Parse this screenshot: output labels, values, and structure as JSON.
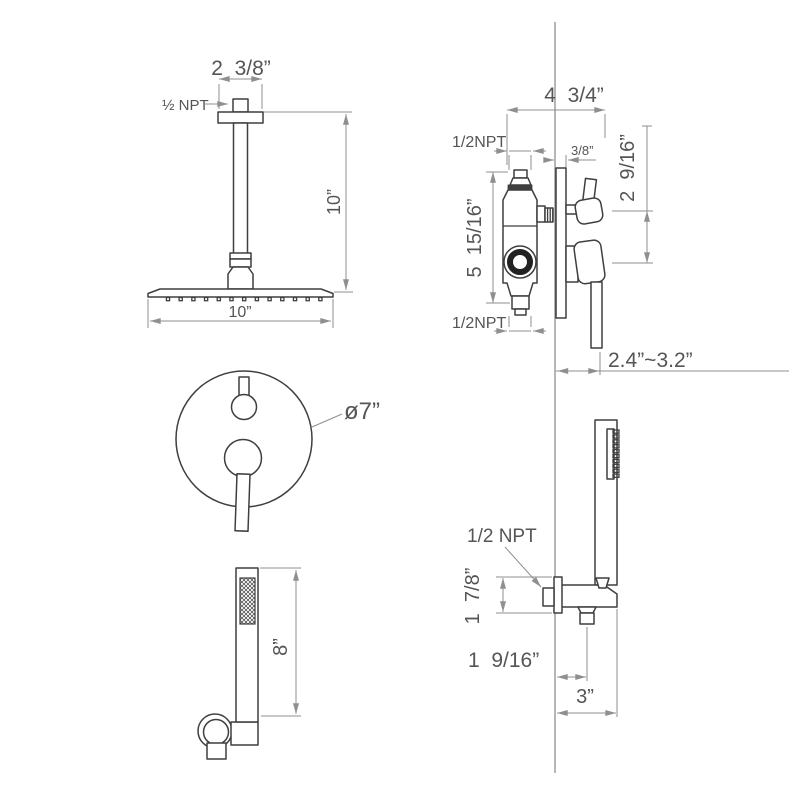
{
  "drawing": {
    "background": "#ffffff",
    "line_color": "#3f3f3f",
    "dim_line_color": "#8f8f8f",
    "text_color": "#555555",
    "labels": {
      "ceiling_shower": {
        "arm_width": "2  3/8”",
        "inlet": "½ NPT",
        "drop_height": "10”",
        "head_width": "10”"
      },
      "valve": {
        "overall_width": "4  3/4”",
        "top_inlet": "1/2NPT",
        "plate_thickness": "3/8”",
        "handle_spacing": "2  9/16”",
        "body_height": "5  15/16”",
        "bottom_outlet": "1/2NPT",
        "install_depth": "2.4”~3.2”"
      },
      "trim_plate": {
        "diameter": "ø7”"
      },
      "hand_shower": {
        "length": "8”"
      },
      "wall_supply": {
        "inlet": "1/2 NPT",
        "bracket_height": "1  7/8”",
        "outlet_offset": "1  9/16”",
        "bracket_depth": "3”"
      }
    }
  }
}
